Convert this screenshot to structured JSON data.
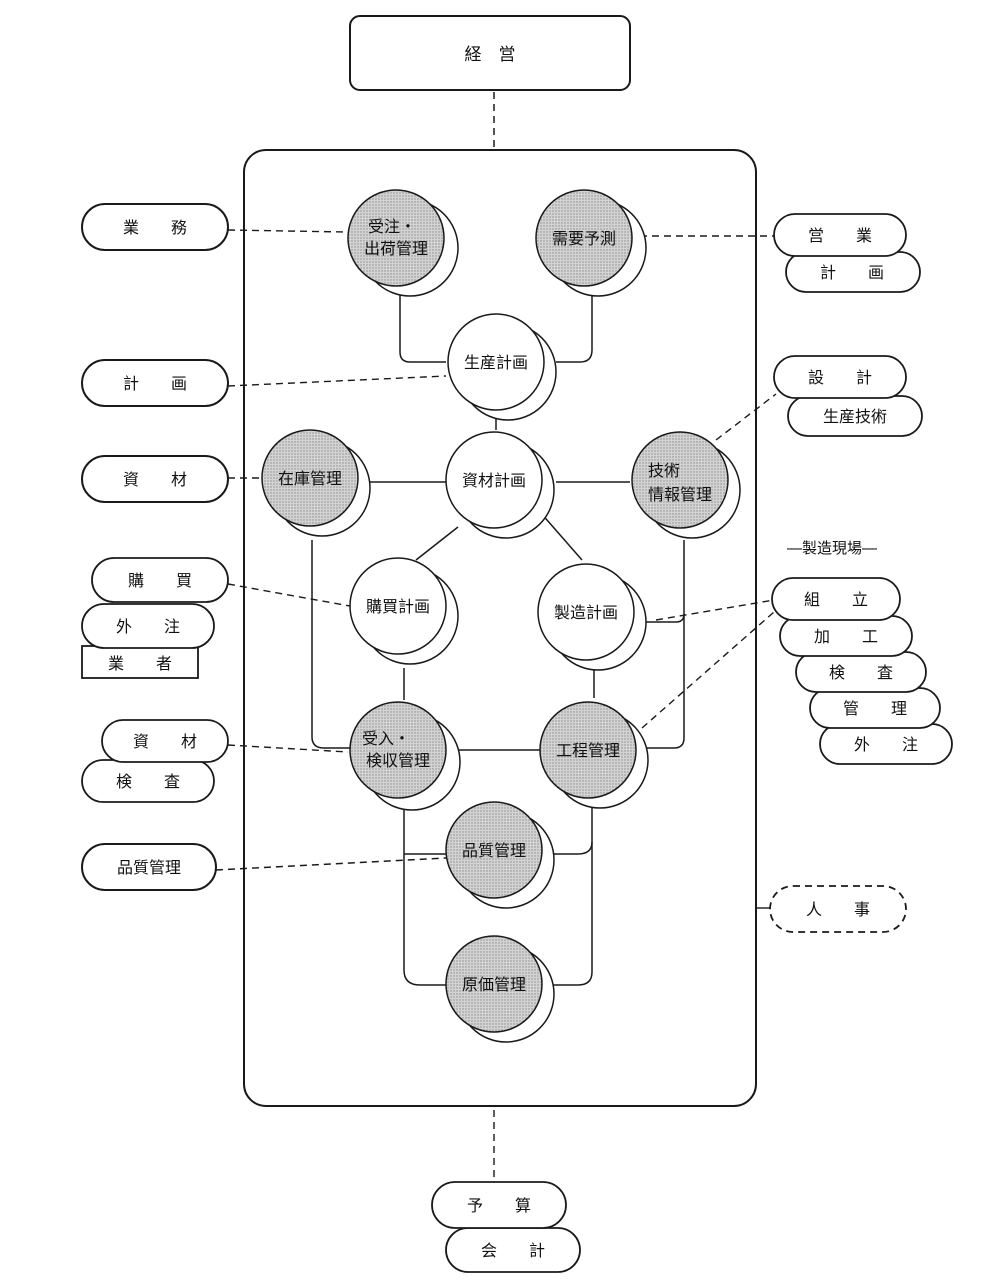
{
  "colors": {
    "line": "#1a1a1a",
    "grey_node_fill": "#c9c9c9",
    "white_node_fill": "#ffffff",
    "background": "#ffffff"
  },
  "top": {
    "label": "経　営"
  },
  "nodes": {
    "juchu": {
      "line1": "受注・",
      "line2": "出荷管理"
    },
    "juyo": {
      "label": "需要予測"
    },
    "seisan_keikaku": {
      "label": "生産計画"
    },
    "zaiko": {
      "label": "在庫管理"
    },
    "shizai_keikaku": {
      "label": "資材計画"
    },
    "gijutsu": {
      "line1": "技術",
      "line2": "情報管理"
    },
    "kobai_keikaku": {
      "label": "購買計画"
    },
    "seizo_keikaku": {
      "label": "製造計画"
    },
    "ukeire": {
      "line1": "受入・",
      "line2": "検収管理"
    },
    "kotei": {
      "label": "工程管理"
    },
    "hinshitsu": {
      "label": "品質管理"
    },
    "genka": {
      "label": "原価管理"
    }
  },
  "left": {
    "gyomu": "業　　務",
    "keikaku": "計　　画",
    "shizai": "資　　材",
    "kobai": {
      "a": "購　　買",
      "b": "外　　注",
      "c": "業　　者"
    },
    "shizai_kensa": {
      "a": "資　　材",
      "b": "検　　査"
    },
    "hinshitsu": "品質管理"
  },
  "right": {
    "eigyo": {
      "a": "営　　業",
      "b": "計　　画"
    },
    "sekkei": {
      "a": "設　　計",
      "b": "生産技術"
    },
    "genba_label": "―製造現場―",
    "genba": [
      "組　　立",
      "加　　工",
      "検　　査",
      "管　　理",
      "外　　注"
    ],
    "jinji": "人　　事"
  },
  "bottom": {
    "a": "予　　算",
    "b": "会　　計"
  }
}
